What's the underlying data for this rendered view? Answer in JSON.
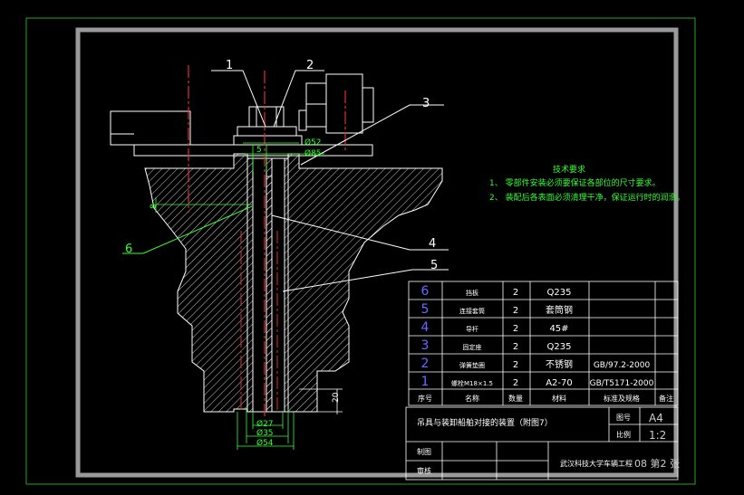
{
  "drawing": {
    "callouts": [
      "1",
      "2",
      "3",
      "4",
      "5",
      "6"
    ],
    "dimensions": {
      "d52": "Ø52",
      "d85": "Ø85",
      "s5": "5",
      "s8": "8",
      "d27": "Ø27",
      "d35": "Ø35",
      "d54": "Ø54",
      "l20": "20"
    }
  },
  "notes": {
    "title": "技术要求",
    "items": [
      "1、 零部件安装必须要保证各部位的尺寸要求。",
      "2、 装配后各表面必须清理干净，保证运行时的润滑。"
    ]
  },
  "parts_list": {
    "headers": [
      "序号",
      "名称",
      "数量",
      "材料",
      "标准及规格",
      "备注"
    ],
    "rows": [
      {
        "no": "6",
        "name": "挡板",
        "qty": "2",
        "material": "Q235",
        "standard": ""
      },
      {
        "no": "5",
        "name": "连接套筒",
        "qty": "2",
        "material": "套筒钢",
        "standard": ""
      },
      {
        "no": "4",
        "name": "导杆",
        "qty": "2",
        "material": "45#",
        "standard": ""
      },
      {
        "no": "3",
        "name": "固定座",
        "qty": "2",
        "material": "Q235",
        "standard": ""
      },
      {
        "no": "2",
        "name": "弹簧垫圈",
        "qty": "2",
        "material": "不锈钢",
        "standard": "GB/97.2-2000"
      },
      {
        "no": "1",
        "name": "螺栓M18×1.5",
        "qty": "2",
        "material": "A2-70",
        "standard": "GB/T5171-2000"
      }
    ]
  },
  "title_block": {
    "title": "吊具与装卸船舶对接的装置（附图7）",
    "sheet_label": "图号",
    "sheet_value": "A4",
    "scale_label": "比例",
    "scale_value": "1:2",
    "designer_label": "制图",
    "checker_label": "审核",
    "org": "武汉科技大学车辆工程",
    "drawing_no": "08 第2 张"
  },
  "colors": {
    "frame_outer": "#2aa02a",
    "frame_inner": "#9a9a9a",
    "line": "#ffffff",
    "centerline": "#e03030",
    "dimension": "#33ff33",
    "table_line": "#ffffff",
    "table_number": "#6a6aff"
  }
}
